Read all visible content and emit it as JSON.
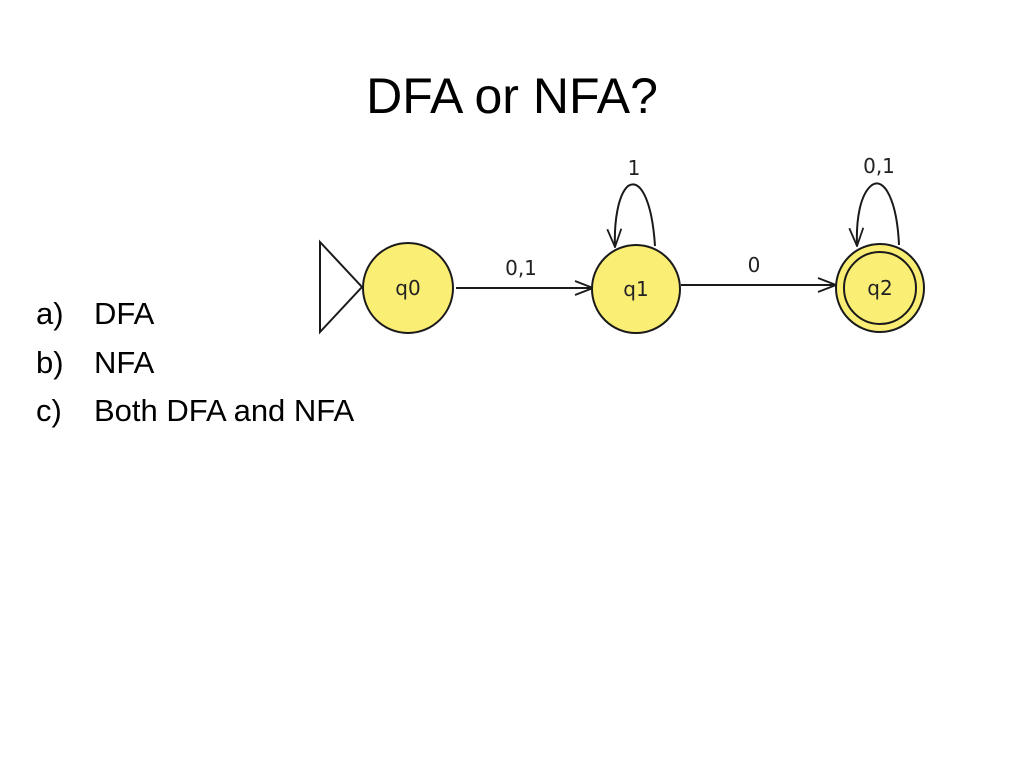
{
  "title": "DFA or NFA?",
  "automaton": {
    "states": [
      {
        "id": "q0",
        "label": "q0",
        "initial": true,
        "accepting": false
      },
      {
        "id": "q1",
        "label": "q1",
        "initial": false,
        "accepting": false
      },
      {
        "id": "q2",
        "label": "q2",
        "initial": false,
        "accepting": true
      }
    ],
    "transitions": [
      {
        "from": "q0",
        "to": "q1",
        "label": "0,1"
      },
      {
        "from": "q1",
        "to": "q1",
        "label": "1"
      },
      {
        "from": "q1",
        "to": "q2",
        "label": "0"
      },
      {
        "from": "q2",
        "to": "q2",
        "label": "0,1"
      }
    ],
    "colors": {
      "state_fill": "#fbee75",
      "state_stroke": "#1a1a1a"
    }
  },
  "options": [
    {
      "marker": "a)",
      "text": "DFA"
    },
    {
      "marker": "b)",
      "text": "NFA"
    },
    {
      "marker": "c)",
      "text": "Both DFA and NFA"
    }
  ]
}
